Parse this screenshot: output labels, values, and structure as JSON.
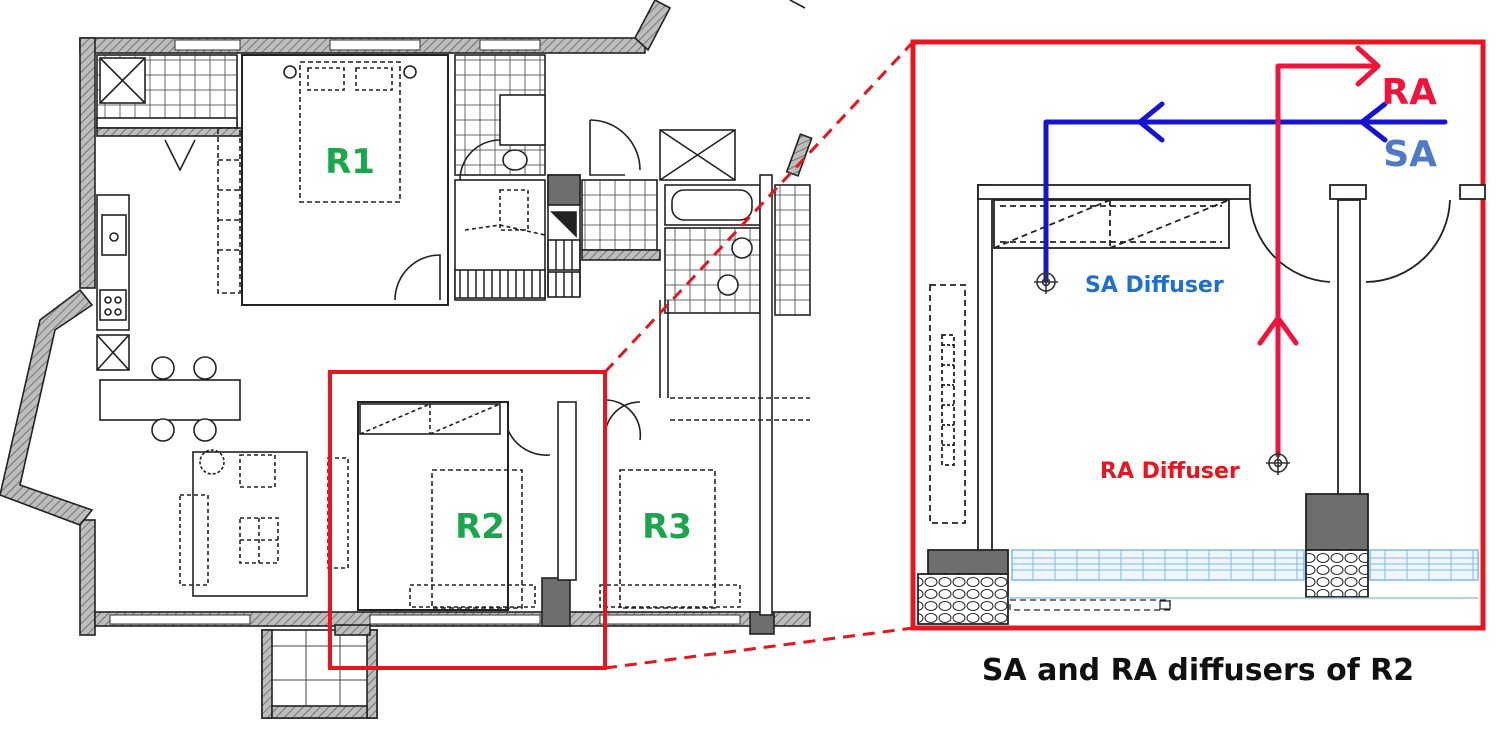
{
  "plan": {
    "rooms": {
      "r1": "R1",
      "r2": "R2",
      "r3": "R3"
    }
  },
  "detail": {
    "ra_label": "RA",
    "sa_label": "SA",
    "sa_diffuser_label": "SA Diffuser",
    "ra_diffuser_label": "RA Diffuser"
  },
  "caption": "SA and RA diffusers of R2",
  "colors": {
    "room_label": "#1aa64a",
    "highlight": "#e8141e",
    "supply_air": "#1414d2",
    "return_air": "#f0143c",
    "sa_text": "#4f7ac8",
    "sa_diffuser_text": "#1f6fd0",
    "ra_diffuser_text": "#e8141e"
  }
}
